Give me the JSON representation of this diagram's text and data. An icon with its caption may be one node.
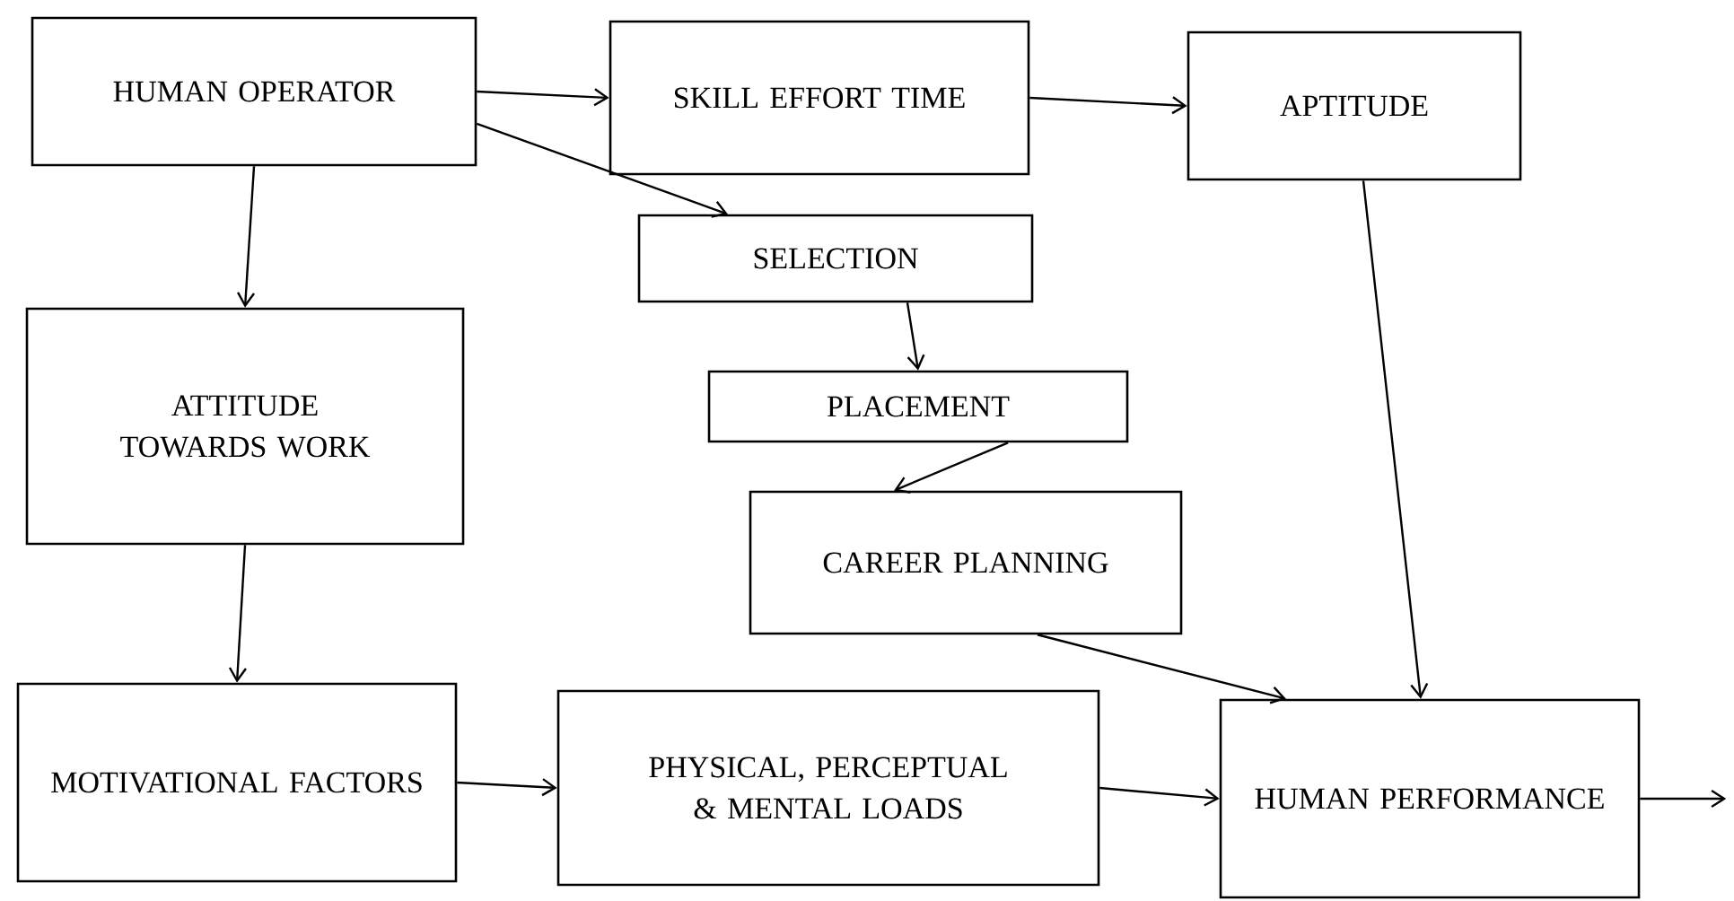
{
  "diagram": {
    "nodes": [
      {
        "text": [
          "HUMAN OPERATOR"
        ]
      },
      {
        "text": [
          "SKILL EFFORT TIME"
        ]
      },
      {
        "text": [
          "APTITUDE"
        ]
      },
      {
        "text": [
          "SELECTION"
        ]
      },
      {
        "text": [
          "ATTITUDE TOWARDS WORK"
        ]
      },
      {
        "text": [
          "PLACEMENT"
        ]
      },
      {
        "text": [
          "CAREER PLANNING"
        ]
      },
      {
        "text": [
          "MOTIVATIONAL FACTORS"
        ]
      },
      {
        "text": [
          "PHYSICAL, PERCEPTUAL & MENTAL LOADS"
        ]
      },
      {
        "text": [
          "HUMAN PERFORMANCE"
        ]
      }
    ],
    "edges": [
      {
        "from": 0,
        "to": 1,
        "arrow": "to"
      },
      {
        "from": 0,
        "to": 3,
        "arrow": "to"
      },
      {
        "from": 0,
        "to": 4,
        "arrow": "to"
      },
      {
        "from": 1,
        "to": 2,
        "arrow": "to"
      },
      {
        "from": 3,
        "to": 5,
        "arrow": "to"
      },
      {
        "from": 5,
        "to": 6,
        "arrow": "to"
      },
      {
        "from": 2,
        "to": 9,
        "arrow": "to"
      },
      {
        "from": 6,
        "to": 9,
        "arrow": "to"
      },
      {
        "from": 4,
        "to": 7,
        "arrow": "to"
      },
      {
        "from": 7,
        "to": 8,
        "arrow": "to"
      },
      {
        "from": 8,
        "to": 9,
        "arrow": "to"
      },
      {
        "from": 9,
        "to": null,
        "arrow": "to"
      }
    ]
  }
}
